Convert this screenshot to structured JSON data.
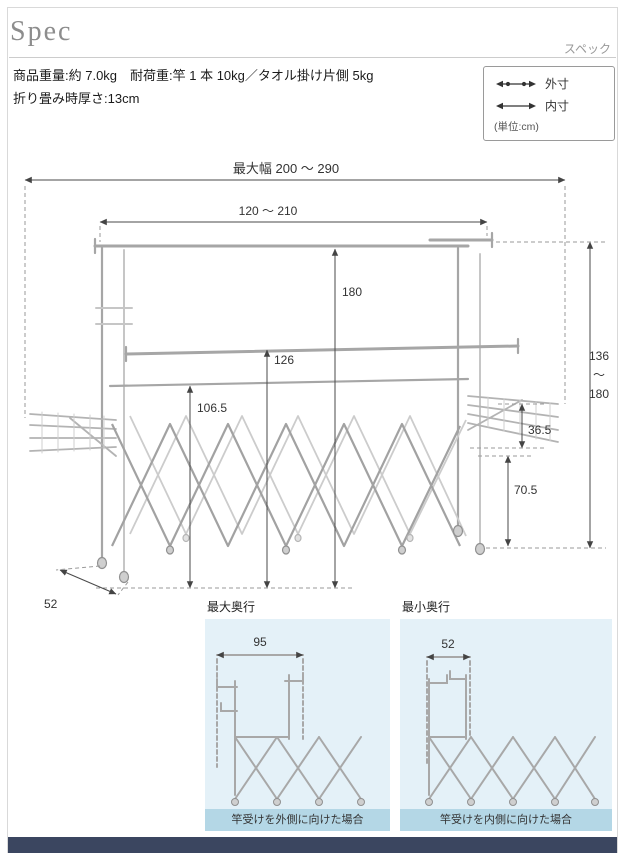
{
  "header": {
    "title": "Spec",
    "subtitle": "スペック"
  },
  "specs": {
    "line1": "商品重量:約 7.0kg　耐荷重:竿 1 本 10kg／タオル掛け片側 5kg",
    "line2": "折り畳み時厚さ:13cm"
  },
  "legend": {
    "outer_label": "外寸",
    "inner_label": "内寸",
    "unit": "(単位:cm)"
  },
  "diagram": {
    "max_width": "最大幅 200 ～ 290",
    "inner_width": "120 ～ 210",
    "h_180": "180",
    "h_126": "126",
    "h_106_5": "106.5",
    "range_top": "136",
    "range_tilde": "～",
    "range_bottom": "180",
    "d_36_5": "36.5",
    "d_70_5": "70.5",
    "depth_52": "52"
  },
  "insets": {
    "max": {
      "title": "最大奥行",
      "value": "95",
      "caption": "竿受けを外側に向けた場合"
    },
    "min": {
      "title": "最小奥行",
      "value": "52",
      "caption": "竿受けを内側に向けた場合"
    }
  },
  "colors": {
    "accent_bar": "#3b4660",
    "inset_bg": "#e4f1f8",
    "inset_caption_bg": "#b4d7e6",
    "frame_gray": "#a6a6a6"
  }
}
